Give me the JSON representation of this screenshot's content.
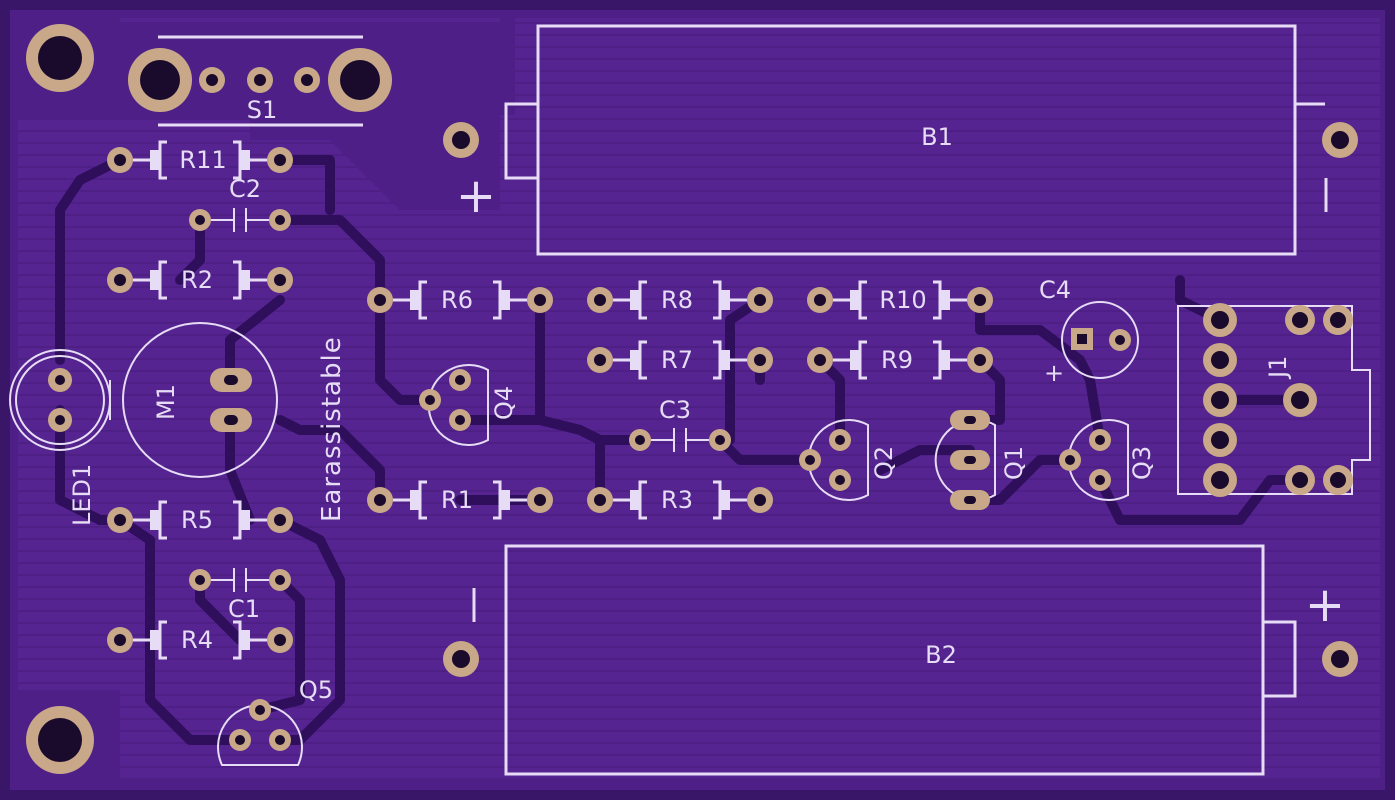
{
  "board": {
    "title": "Earassistable",
    "colors": {
      "substrate": "#4e1f86",
      "copper": "#5a2896",
      "silkscreen": "#e6dcf5",
      "pad": "#c8a888"
    }
  },
  "labels": {
    "S1": "S1",
    "B1": "B1",
    "B2": "B2",
    "R1": "R1",
    "R2": "R2",
    "R3": "R3",
    "R4": "R4",
    "R5": "R5",
    "R6": "R6",
    "R7": "R7",
    "R8": "R8",
    "R9": "R9",
    "R10": "R10",
    "R11": "R11",
    "C1": "C1",
    "C2": "C2",
    "C3": "C3",
    "C4": "C4",
    "Q1": "Q1",
    "Q2": "Q2",
    "Q3": "Q3",
    "Q4": "Q4",
    "Q5": "Q5",
    "M1": "M1",
    "LED1": "LED1",
    "J1": "J1"
  },
  "polarity": {
    "b1_plus": "+",
    "b1_minus": "−",
    "b2_plus": "+",
    "b2_minus": "−",
    "c4_plus": "+"
  }
}
